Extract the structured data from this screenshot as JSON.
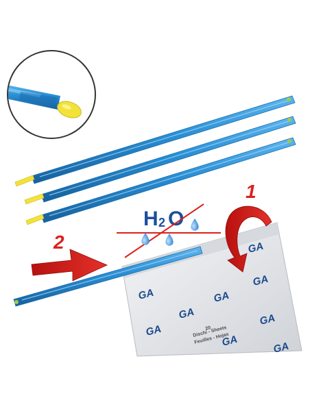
{
  "steps": {
    "step1": "1",
    "step2": "2"
  },
  "water_label": {
    "h": "H",
    "two": "2",
    "o": "O"
  },
  "bag": {
    "count": "20",
    "line1": "Dischi - Sheets",
    "line2": "Feuilles - Hojas",
    "logo": "GA"
  },
  "colors": {
    "stick_blue": "#2a8fd4",
    "stick_edge": "#1a6eb0",
    "tip_yellow": "#f2e23a",
    "arrow_red": "#d9231e",
    "water_blue": "#3a8fd8",
    "bag_silver": "#e7e9ec",
    "logo_blue": "#1b4a8c"
  },
  "icons": [
    "zoom-detail-circle",
    "red-arrow-right",
    "red-curved-arrow",
    "water-drop-icon",
    "no-water-cross"
  ]
}
